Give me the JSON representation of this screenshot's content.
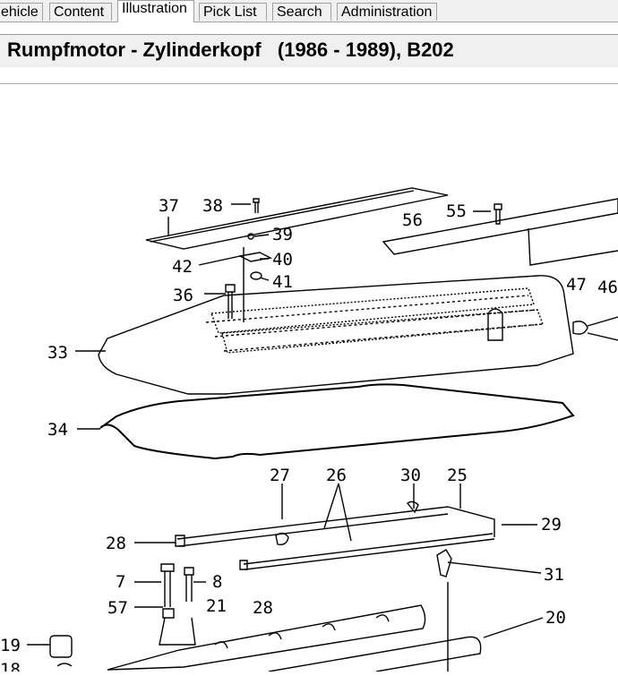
{
  "tabs": [
    {
      "label": "ehicle"
    },
    {
      "label": "Content"
    },
    {
      "label": "Illustration"
    },
    {
      "label": "Pick List"
    },
    {
      "label": "Search"
    },
    {
      "label": "Administration"
    }
  ],
  "title": "Rumpfmotor - Zylinderkopf   (1986 - 1989), B202",
  "callouts": {
    "c37": "37",
    "c38": "38",
    "c55": "55",
    "c56": "56",
    "c39": "39",
    "c42": "42",
    "c40": "40",
    "c41": "41",
    "c36": "36",
    "c47": "47",
    "c46": "46",
    "c33": "33",
    "c34": "34",
    "c27": "27",
    "c26": "26",
    "c30": "30",
    "c25": "25",
    "c29": "29",
    "c28a": "28",
    "c7": "7",
    "c8": "8",
    "c31": "31",
    "c57": "57",
    "c21": "21",
    "c28b": "28",
    "c20": "20",
    "c19": "19",
    "c18": "18"
  }
}
